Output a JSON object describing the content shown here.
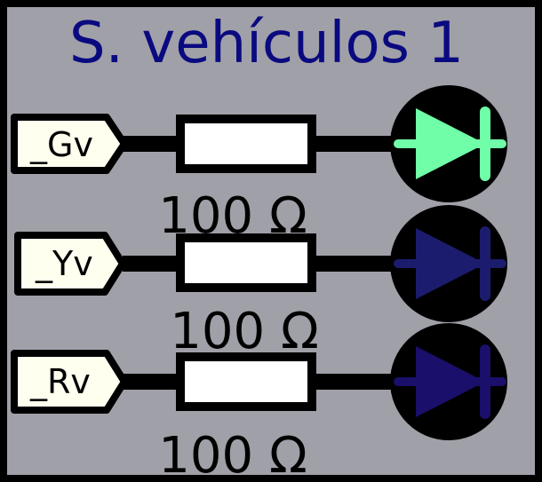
{
  "title": "S. vehículos 1",
  "colors": {
    "panel": "#a0a0a8",
    "border": "#000000",
    "title": "#0a0a80",
    "tag_fill": "#fffff0",
    "resistor_fill": "#ffffff",
    "led_off_bg": "#000000"
  },
  "rows": [
    {
      "tag": "_Gv",
      "resistor": "100 Ω",
      "led": {
        "name": "green-led",
        "color": "#70ffa8",
        "state": "on"
      }
    },
    {
      "tag": "_Yv",
      "resistor": "100 Ω",
      "led": {
        "name": "yellow-led",
        "color": "#1c1c6e",
        "state": "off"
      }
    },
    {
      "tag": "_Rv",
      "resistor": "100 Ω",
      "led": {
        "name": "red-led",
        "color": "#1a0f6a",
        "state": "off"
      }
    }
  ]
}
